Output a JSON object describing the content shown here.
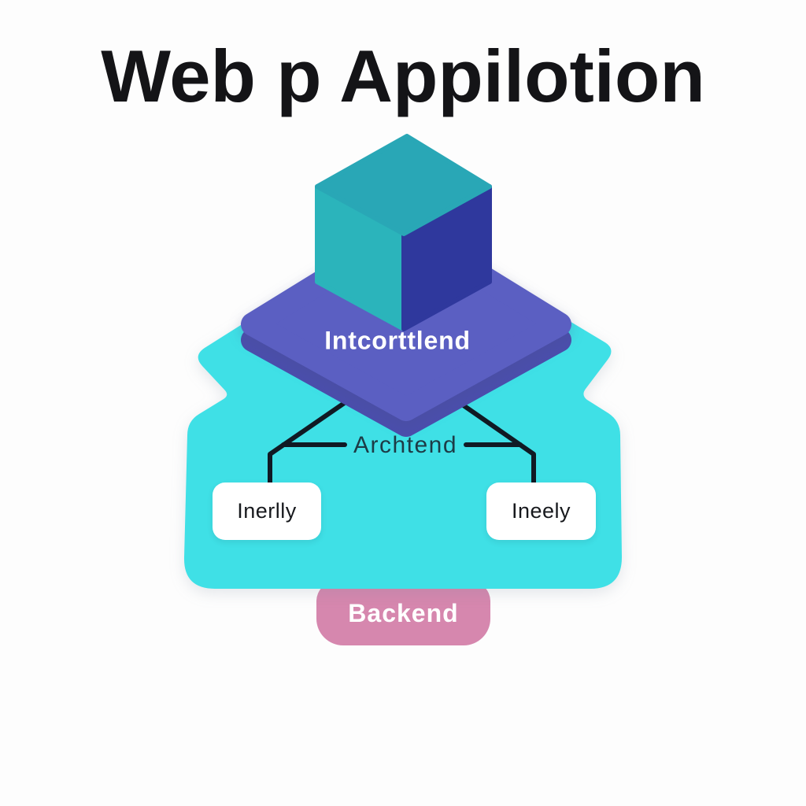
{
  "title": "Web p Appilotion",
  "colors": {
    "background": "#fdfdfd",
    "title_text": "#141417",
    "badge_cyan": "#3fe0e6",
    "platform_top": "#5b5fc2",
    "platform_side": "#4b4eac",
    "cube_top": "#29a7b6",
    "cube_left": "#2bb4bb",
    "cube_right": "#2f389d",
    "connector": "#101a24",
    "node_box_bg": "#ffffff",
    "node_text": "#17191d",
    "center_label_text": "#1d3b46",
    "platform_label_text": "#ffffff",
    "backend_bg": "#d687ae",
    "backend_text": "#ffffff"
  },
  "diagram": {
    "platform_label": "Intcorttlend",
    "center_label": "Archtend",
    "left_node_label": "Inerlly",
    "right_node_label": "Ineely",
    "bottom_node_label": "Backend"
  }
}
